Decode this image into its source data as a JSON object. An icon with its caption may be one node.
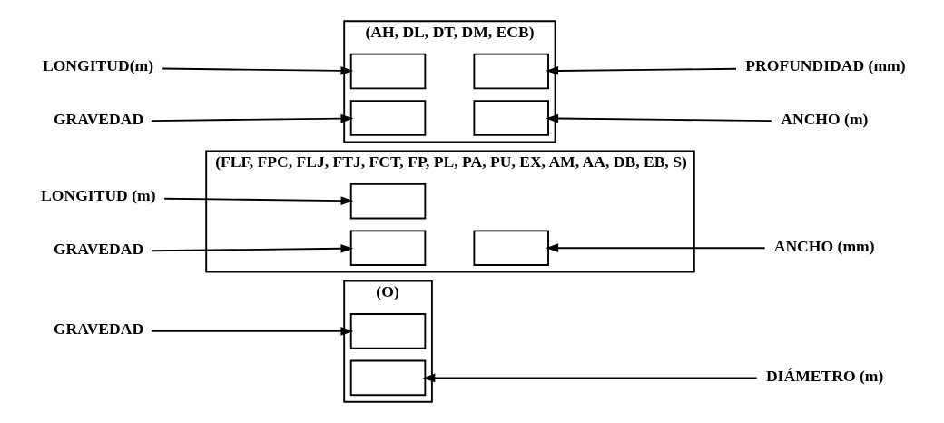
{
  "diagram": {
    "nodes": [
      {
        "text": [
          "(AH, DL, DT, DM, ECB)"
        ]
      },
      {
        "text": [],
        "shape": "box",
        "in": 0
      },
      {
        "text": [],
        "shape": "box",
        "in": 0
      },
      {
        "text": [],
        "shape": "box",
        "in": 0
      },
      {
        "text": [],
        "shape": "box",
        "in": 0
      },
      {
        "text": [
          "GRAVEDAD"
        ]
      },
      {
        "text": [
          "ANCHO (m)"
        ]
      },
      {
        "text": [
          "LONGITUD(m)"
        ]
      },
      {
        "text": [
          "PROFUNDIDAD (mm)"
        ]
      },
      {
        "text": [
          "(FLF, FPC, FLJ, FTJ, FCT, FP, PL, PA, PU, EX, AM, AA, DB, EB, S)"
        ]
      },
      {
        "text": [],
        "shape": "box",
        "in": 9
      },
      {
        "text": [],
        "shape": "box",
        "in": 9
      },
      {
        "text": [],
        "shape": "box",
        "in": 9
      },
      {
        "text": [
          "GRAVEDAD"
        ]
      },
      {
        "text": [
          "LONGITUD (m)"
        ]
      },
      {
        "text": [
          "ANCHO (mm)"
        ]
      },
      {
        "text": [
          "(O)"
        ]
      },
      {
        "text": [],
        "shape": "box",
        "in": 16
      },
      {
        "text": [],
        "shape": "box",
        "in": 16
      },
      {
        "text": [
          "GRAVEDAD"
        ]
      },
      {
        "text": [
          "DIÁMETRO (m)"
        ]
      }
    ],
    "edges": [
      {
        "from": 5,
        "to": 1,
        "arrow": "to"
      },
      {
        "from": 6,
        "to": 2,
        "arrow": "to"
      },
      {
        "from": 7,
        "to": 3,
        "arrow": "to"
      },
      {
        "from": 8,
        "to": 4,
        "arrow": "to"
      },
      {
        "from": 13,
        "to": 10,
        "arrow": "to"
      },
      {
        "from": 14,
        "to": 11,
        "arrow": "to"
      },
      {
        "from": 15,
        "to": 12,
        "arrow": "to"
      },
      {
        "from": 19,
        "to": 17,
        "arrow": "to"
      },
      {
        "from": 20,
        "to": 18,
        "arrow": "to"
      }
    ]
  }
}
